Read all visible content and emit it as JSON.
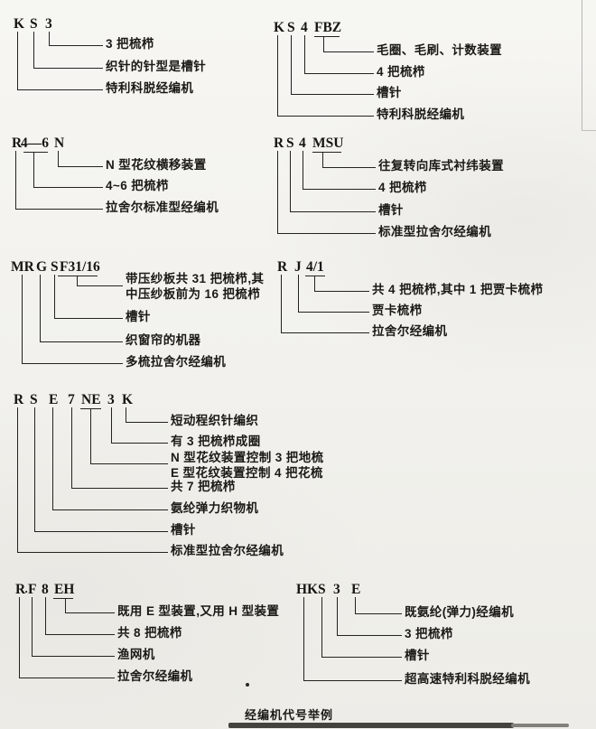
{
  "page": {
    "caption": "经编机代号举例"
  },
  "colors": {
    "ink": "#1c1a17",
    "paper": "#f2f1ec"
  },
  "blocks": [
    {
      "code": "K S 3",
      "parts": [
        "K",
        "S",
        "3"
      ],
      "labels": [
        "3 把梳栉",
        "织针的针型是槽针",
        "特利科脱经编机"
      ]
    },
    {
      "code": "K S 4 FBZ",
      "parts": [
        "K",
        "S",
        "4",
        "FBZ"
      ],
      "labels": [
        "毛圈、毛刷、计数装置",
        "4 把梳栉",
        "槽针",
        "特利科脱经编机"
      ]
    },
    {
      "code": "R4—6 N",
      "parts": [
        "R",
        "4—6",
        "N"
      ],
      "labels": [
        "N 型花纹横移装置",
        "4~6 把梳栉",
        "拉舍尔标准型经编机"
      ]
    },
    {
      "code": "R S 4 MSU",
      "parts": [
        "R",
        "S",
        "4",
        "MSU"
      ],
      "labels": [
        "往复转向库式衬纬装置",
        "4 把梳栉",
        "槽针",
        "标准型拉舍尔经编机"
      ]
    },
    {
      "code": "MR G SF31/16",
      "parts": [
        "MR",
        "G",
        "S",
        "F31/16"
      ],
      "labels": [
        "带压纱板共 31 把梳栉,其\n中压纱板前为 16 把梳栉",
        "槽针",
        "织窗帘的机器",
        "多梳拉舍尔经编机"
      ]
    },
    {
      "code": "R J 4/1",
      "parts": [
        "R",
        "J",
        "4/1"
      ],
      "labels": [
        "共 4 把梳栉,其中 1 把贾卡梳栉",
        "贾卡梳栉",
        "拉舍尔经编机"
      ]
    },
    {
      "code": "R S E 7 NE 3 K",
      "parts": [
        "R",
        "S",
        "E",
        "7",
        "NE",
        "3",
        "K"
      ],
      "labels": [
        "短动程织针编织",
        "有 3 把梳栉成圈",
        "N 型花纹装置控制 3 把地梳\nE 型花纹装置控制 4 把花梳",
        "共 7 把梳栉",
        "氨纶弹力织物机",
        "槽针",
        "标准型拉舍尔经编机"
      ]
    },
    {
      "code": "R·F 8 EH",
      "parts": [
        "R",
        "F",
        "8",
        "EH"
      ],
      "separator": "·",
      "labels": [
        "既用 E 型装置,又用 H 型装置",
        "共 8 把梳栉",
        "渔网机",
        "拉舍尔经编机"
      ]
    },
    {
      "code": "HK S 3 E",
      "parts": [
        "HK",
        "S",
        "3",
        "E"
      ],
      "labels": [
        "既氨纶(弹力)经编机",
        "3 把梳栉",
        "槽针",
        "超高速特利科脱经编机"
      ]
    }
  ]
}
